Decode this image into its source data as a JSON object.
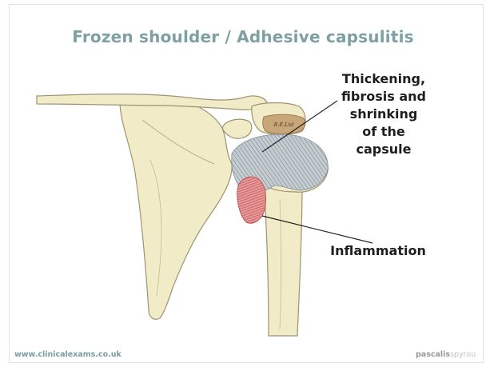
{
  "title": "Frozen shoulder / Adhesive capsulitis",
  "labels": {
    "capsule": [
      "Thickening,",
      "fibrosis and",
      "shrinking",
      "of the",
      "capsule"
    ],
    "inflammation": "Inflammation"
  },
  "stamp": "B.E.Ltd",
  "footer": {
    "website": "www.clinicalexams.co.uk",
    "brand_a": "pascalis",
    "brand_b": "spyrou"
  },
  "colors": {
    "title": "#7ea0a3",
    "bone": "#f2ebc8",
    "bone_outline": "#9c9470",
    "capsule": "#a9b4bc",
    "inflammation": "#d46a6a",
    "footer_text": "#7a9ea2"
  }
}
